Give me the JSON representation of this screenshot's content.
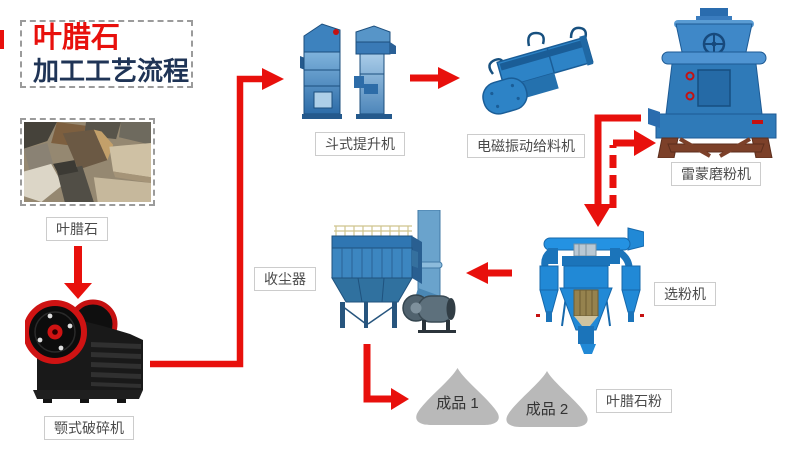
{
  "title": {
    "line1": "叶腊石",
    "line2": "加工工艺流程"
  },
  "nodes": {
    "raw_material": {
      "label": "叶腊石"
    },
    "jaw_crusher": {
      "label": "颚式破碎机"
    },
    "bucket_elevator": {
      "label": "斗式提升机"
    },
    "vibrating_feeder": {
      "label": "电磁振动给料机"
    },
    "raymond_mill": {
      "label": "雷蒙磨粉机"
    },
    "classifier": {
      "label": "选粉机"
    },
    "dust_collector": {
      "label": "收尘器"
    },
    "product_1": {
      "label": "成品 1"
    },
    "product_2": {
      "label": "成品 2"
    },
    "powder": {
      "label": "叶腊石粉"
    }
  },
  "colors": {
    "arrow_red": "#e8100c",
    "title_red": "#e8100c",
    "title_navy": "#1f3456",
    "machine_blue": "#2d83c6",
    "classifier_blue": "#2189d6",
    "mill_base_brown": "#7c4029",
    "pile_gray": "#b9b9b9"
  }
}
